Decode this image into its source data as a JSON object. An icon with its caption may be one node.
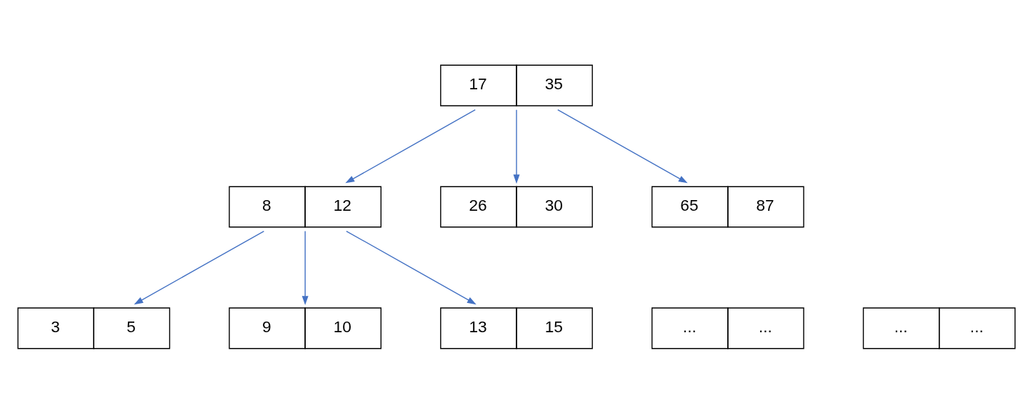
{
  "diagram": {
    "nodes": [
      {
        "text": [
          "17",
          "35"
        ]
      },
      {
        "text": [
          "8",
          "12"
        ]
      },
      {
        "text": [
          "26",
          "30"
        ]
      },
      {
        "text": [
          "65",
          "87"
        ]
      },
      {
        "text": [
          "3",
          "5"
        ]
      },
      {
        "text": [
          "9",
          "10"
        ]
      },
      {
        "text": [
          "13",
          "15"
        ]
      },
      {
        "text": [
          "...",
          "..."
        ]
      },
      {
        "text": [
          "...",
          "..."
        ]
      }
    ],
    "edges": [
      {
        "from": 0,
        "to": 1,
        "arrow": "to"
      },
      {
        "from": 0,
        "to": 2,
        "arrow": "to"
      },
      {
        "from": 0,
        "to": 3,
        "arrow": "to"
      },
      {
        "from": 1,
        "to": 4,
        "arrow": "to"
      },
      {
        "from": 1,
        "to": 5,
        "arrow": "to"
      },
      {
        "from": 1,
        "to": 6,
        "arrow": "to"
      }
    ]
  }
}
